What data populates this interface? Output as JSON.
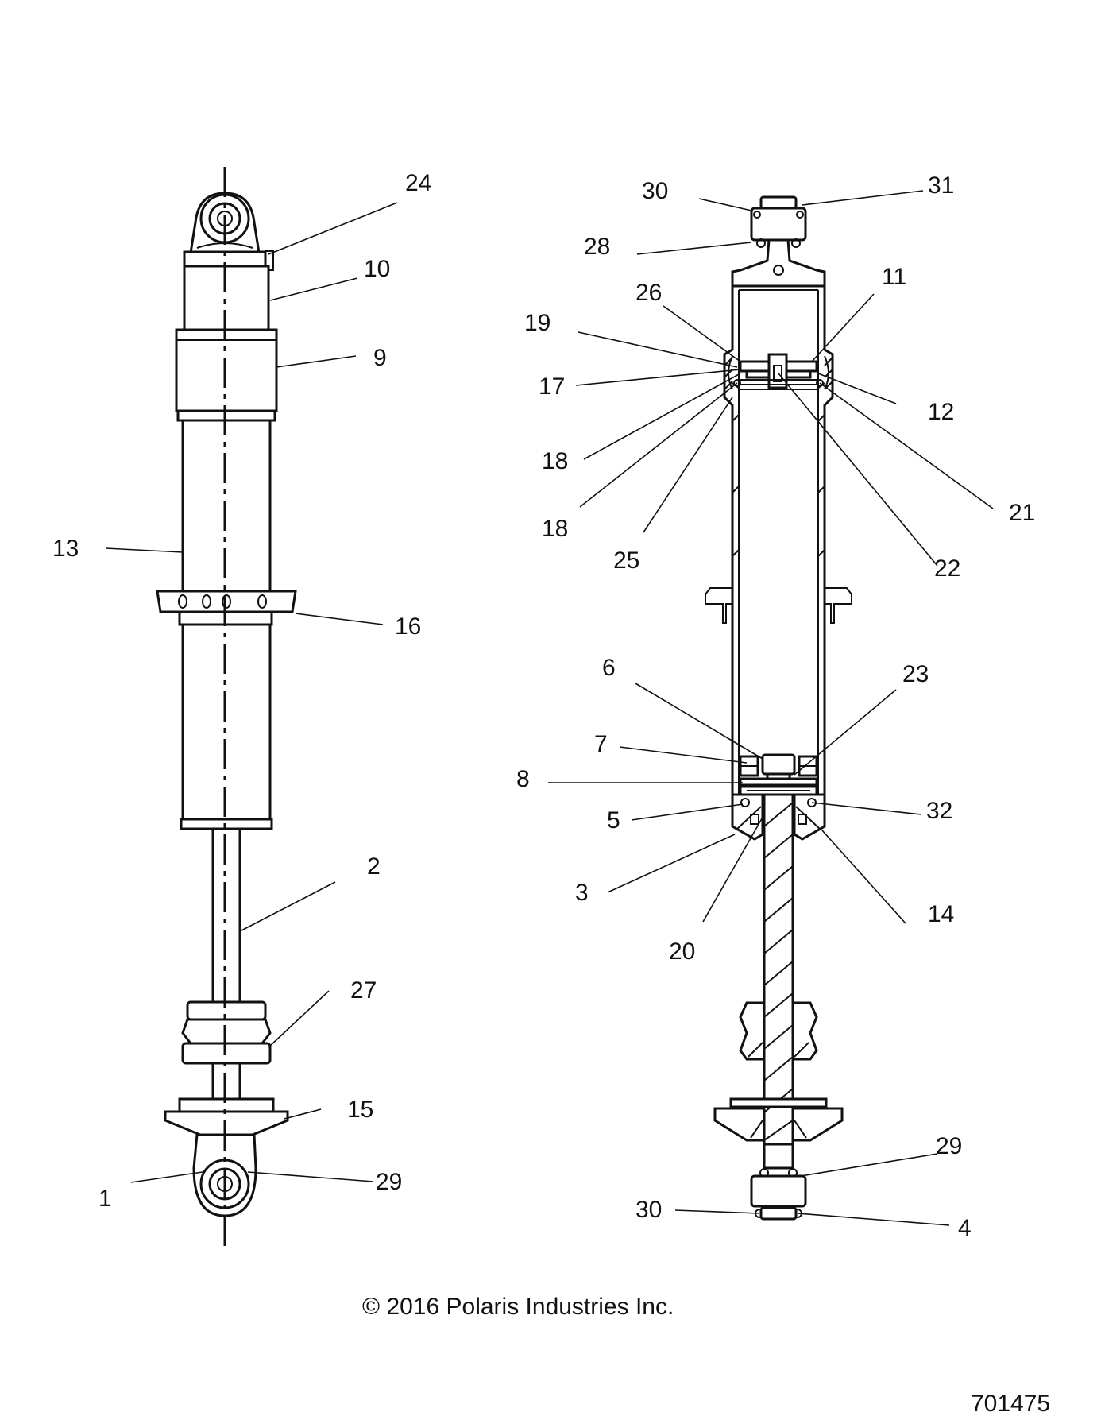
{
  "callouts": {
    "left": {
      "c24": "24",
      "c10": "10",
      "c9": "9",
      "c13": "13",
      "c16": "16",
      "c2": "2",
      "c27": "27",
      "c15": "15",
      "c1": "1",
      "c29": "29"
    },
    "right": {
      "c30a": "30",
      "c31": "31",
      "c28": "28",
      "c26": "26",
      "c11": "11",
      "c19": "19",
      "c17": "17",
      "c12": "12",
      "c18a": "18",
      "c18b": "18",
      "c21": "21",
      "c25": "25",
      "c22": "22",
      "c6": "6",
      "c23": "23",
      "c7": "7",
      "c8": "8",
      "c32": "32",
      "c5": "5",
      "c3": "3",
      "c14": "14",
      "c20": "20",
      "c29": "29",
      "c30b": "30",
      "c4": "4"
    }
  },
  "copyright": "© 2016 Polaris Industries Inc.",
  "part_number": "701475"
}
